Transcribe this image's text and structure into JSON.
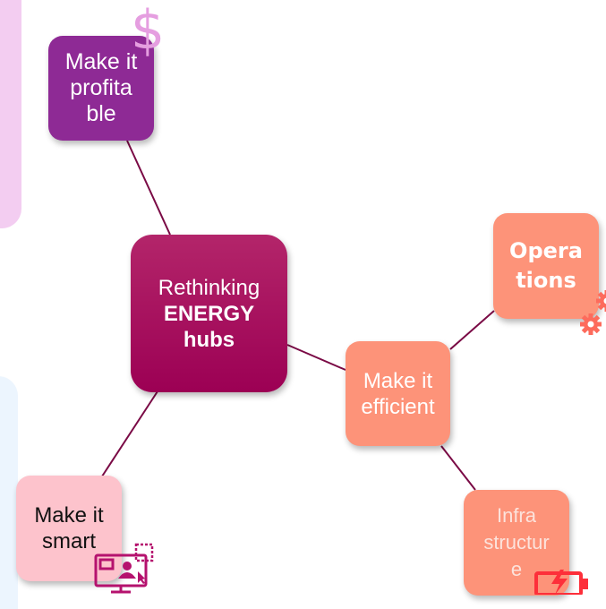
{
  "diagram": {
    "center": {
      "line1": "Rethinking",
      "line2": "ENERGY",
      "line3": "hubs"
    },
    "nodes": {
      "profitable": "Make it\nprofita\nble",
      "smart": "Make it\nsmart",
      "efficient": "Make it\nefficient",
      "operations": "Opera\ntions",
      "infrastructure": "Infra\nstructur\ne"
    },
    "icons": {
      "profitable": "dollar-icon",
      "smart": "monitor-user-icon",
      "operations": "gear-icon",
      "infrastructure": "battery-icon"
    },
    "icon_glyphs": {
      "dollar": "$"
    }
  },
  "colors": {
    "center": "#9c0054",
    "profitable": "#8e2a95",
    "smart": "#fdc3cc",
    "efficient": "#fd9379",
    "operations": "#fd9379",
    "infrastructure": "#fd9379",
    "connector": "#7a0a45",
    "icon_magenta": "#b5126e",
    "icon_coral": "#fd6b5c",
    "icon_dollar": "#e59ee0"
  }
}
